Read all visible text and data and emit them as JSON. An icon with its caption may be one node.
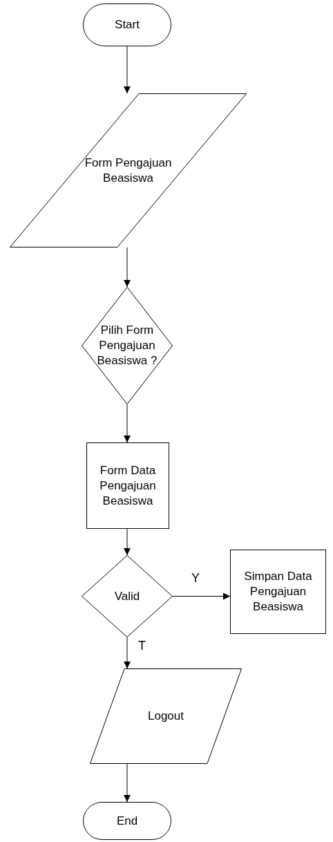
{
  "diagram": {
    "nodes": [
      {
        "text": [
          "Start"
        ]
      },
      {
        "text": [
          "Form Pengajuan Beasiswa"
        ]
      },
      {
        "text": [
          "Pilih Form Pengajuan Beasiswa ?"
        ]
      },
      {
        "text": [
          "Form Data Pengajuan Beasiswa"
        ]
      },
      {
        "text": [
          "Valid"
        ]
      },
      {
        "text": [
          "Simpan Data Pengajuan Beasiswa"
        ]
      },
      {
        "text": [
          "Logout"
        ]
      },
      {
        "text": [
          "End"
        ]
      }
    ],
    "edges": [
      {
        "from": 0,
        "to": 1,
        "arrow": "to"
      },
      {
        "from": 1,
        "to": 2,
        "arrow": "to"
      },
      {
        "from": 2,
        "to": 3,
        "arrow": "to"
      },
      {
        "from": 3,
        "to": 4,
        "arrow": "to"
      },
      {
        "from": 4,
        "to": 5,
        "arrow": "to",
        "label": "Y"
      },
      {
        "from": 4,
        "to": 6,
        "arrow": "to",
        "label": "T"
      },
      {
        "from": 6,
        "to": 7,
        "arrow": "to"
      }
    ]
  }
}
